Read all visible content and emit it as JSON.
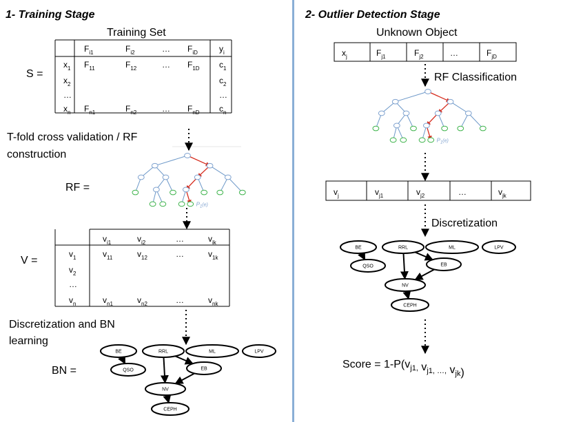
{
  "left_stage": {
    "title": "1- Training Stage",
    "training_set_label": "Training Set",
    "s_label": "S =",
    "s_matrix": {
      "header": [
        {
          "b": "F",
          "s": "i1"
        },
        {
          "b": "F",
          "s": "i2"
        },
        {
          "b": "…",
          "s": ""
        },
        {
          "b": "F",
          "s": "iD"
        },
        {
          "b": "y",
          "s": "i"
        }
      ],
      "row_labels": [
        {
          "b": "x",
          "s": "1"
        },
        {
          "b": "x",
          "s": "2"
        },
        {
          "b": "…",
          "s": ""
        },
        {
          "b": "x",
          "s": "n"
        }
      ],
      "rows": [
        [
          {
            "b": "F",
            "s": "11"
          },
          {
            "b": "F",
            "s": "12"
          },
          {
            "b": "…",
            "s": ""
          },
          {
            "b": "F",
            "s": "1D"
          },
          {
            "b": "c",
            "s": "1"
          }
        ],
        [
          {
            "b": "",
            "s": ""
          },
          {
            "b": "",
            "s": ""
          },
          {
            "b": "",
            "s": ""
          },
          {
            "b": "",
            "s": ""
          },
          {
            "b": "c",
            "s": "2"
          }
        ],
        [
          {
            "b": "",
            "s": ""
          },
          {
            "b": "",
            "s": ""
          },
          {
            "b": "",
            "s": ""
          },
          {
            "b": "",
            "s": ""
          },
          {
            "b": "…",
            "s": ""
          }
        ],
        [
          {
            "b": "F",
            "s": "n1"
          },
          {
            "b": "F",
            "s": "n2"
          },
          {
            "b": "…",
            "s": ""
          },
          {
            "b": "F",
            "s": "nD"
          },
          {
            "b": "c",
            "s": "n"
          }
        ]
      ]
    },
    "cv_label_line1": "T-fold cross validation / RF",
    "cv_label_line2": "construction",
    "rf_label": "RF =",
    "v_label": "V =",
    "v_matrix": {
      "header": [
        {
          "b": "v",
          "s": "i1"
        },
        {
          "b": "v",
          "s": "i2"
        },
        {
          "b": "…",
          "s": ""
        },
        {
          "b": "v",
          "s": "ik"
        }
      ],
      "row_labels": [
        {
          "b": "v",
          "s": "1"
        },
        {
          "b": "v",
          "s": "2"
        },
        {
          "b": "…",
          "s": ""
        },
        {
          "b": "v",
          "s": "n"
        }
      ],
      "rows": [
        [
          {
            "b": "v",
            "s": "11"
          },
          {
            "b": "v",
            "s": "12"
          },
          {
            "b": "…",
            "s": ""
          },
          {
            "b": "v",
            "s": "1k"
          }
        ],
        [
          {
            "b": "",
            "s": ""
          },
          {
            "b": "",
            "s": ""
          },
          {
            "b": "",
            "s": ""
          },
          {
            "b": "",
            "s": ""
          }
        ],
        [
          {
            "b": "",
            "s": ""
          },
          {
            "b": "",
            "s": ""
          },
          {
            "b": "",
            "s": ""
          },
          {
            "b": "",
            "s": ""
          }
        ],
        [
          {
            "b": "v",
            "s": "n1"
          },
          {
            "b": "v",
            "s": "n2"
          },
          {
            "b": "…",
            "s": ""
          },
          {
            "b": "v",
            "s": "nk"
          }
        ]
      ]
    },
    "disc_bn_label_line1": "Discretization and BN",
    "disc_bn_label_line2": "learning",
    "bn_label": "BN ="
  },
  "right_stage": {
    "title": "2- Outlier Detection Stage",
    "unknown_object_label": "Unknown Object",
    "object_row": [
      {
        "b": "x",
        "s": "j"
      },
      {
        "b": "F",
        "s": "j1"
      },
      {
        "b": "F",
        "s": "j2"
      },
      {
        "b": "…",
        "s": ""
      },
      {
        "b": "F",
        "s": "jD"
      }
    ],
    "rf_classification_label": "RF Classification",
    "v_row": [
      {
        "b": "v",
        "s": "j"
      },
      {
        "b": "v",
        "s": "j1"
      },
      {
        "b": "v",
        "s": "j2"
      },
      {
        "b": "…",
        "s": ""
      },
      {
        "b": "v",
        "s": "jk"
      }
    ],
    "discretization_label": "Discretization",
    "score": {
      "prefix": "Score = 1-P(",
      "terms": [
        {
          "b": "v",
          "s": "j1,"
        },
        {
          "b": " v",
          "s": "j1, …,"
        },
        {
          "b": " v",
          "s": "jk"
        }
      ],
      "suffix": ")"
    }
  },
  "tree_leaf_label": {
    "b": "P",
    "s": "1",
    "t": "(e)"
  },
  "bn_nodes": [
    "BE",
    "RRL",
    "ML",
    "LPV",
    "QSO",
    "EB",
    "NV",
    "CEPH"
  ],
  "colors": {
    "tree_edge": "#6b97c8",
    "tree_node": "#7fa2cf",
    "leaf_node": "#3fb44c",
    "path_edge": "#d62c1e",
    "divider": "#8aaed6"
  }
}
